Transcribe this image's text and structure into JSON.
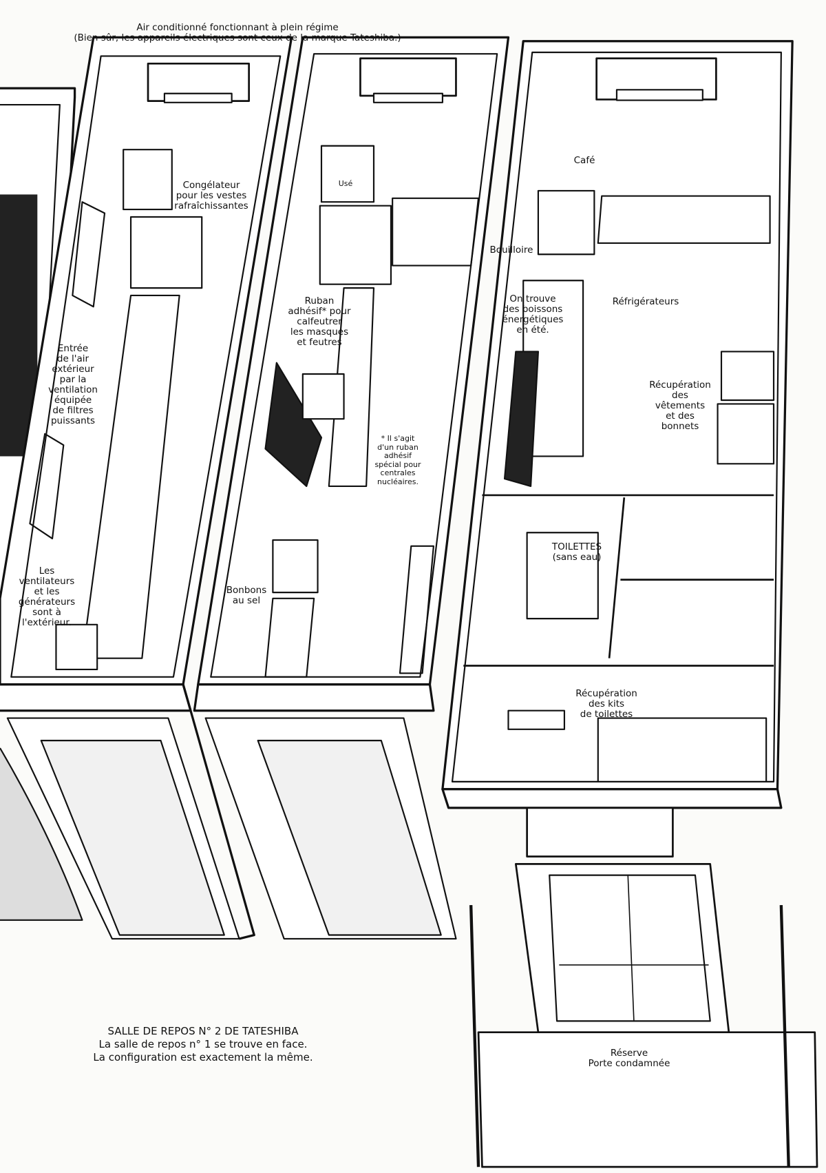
{
  "labels": {
    "aircon": "Air conditionné fonctionnant à plein régime\n(Bien sûr, les appareils électriques sont ceux de la marque Tateshiba.)",
    "freezer": "Congélateur\npour les vestes\nrafraîchissantes",
    "air_intake": "Entrée\nde l'air\nextérieur\npar la\nventilation\néquipée\nde filtres\npuissants",
    "fans": "Les\nventilateurs\net les\ngénérateurs\nsont à\nl'extérieur.",
    "tape": "Ruban\nadhésif* pour\ncalfeutrer\nles masques\net feutres",
    "footnote": "* Il s'agit\nd'un ruban\nadhésif\nspécial pour\ncentrales\nnucléaires.",
    "candy": "Bonbons\nau sel",
    "used": "Usé",
    "coffee": "Café",
    "kettle": "Bouilloire",
    "drinks": "On trouve\ndes boissons\nénergétiques\nen été.",
    "fridges": "Réfrigérateurs",
    "clothes": "Récupération\ndes\nvêtements\net des\nbonnets",
    "toilets": "TOILETTES\n(sans eau)",
    "toilet_kits": "Récupération\ndes kits\nde toilettes",
    "storage": "Réserve\nPorte condamnée"
  },
  "caption": {
    "title": "SALLE DE REPOS N° 2 DE TATESHIBA",
    "line1": "La salle de repos n° 1 se trouve en face.",
    "line2": "La configuration est exactement la même."
  }
}
